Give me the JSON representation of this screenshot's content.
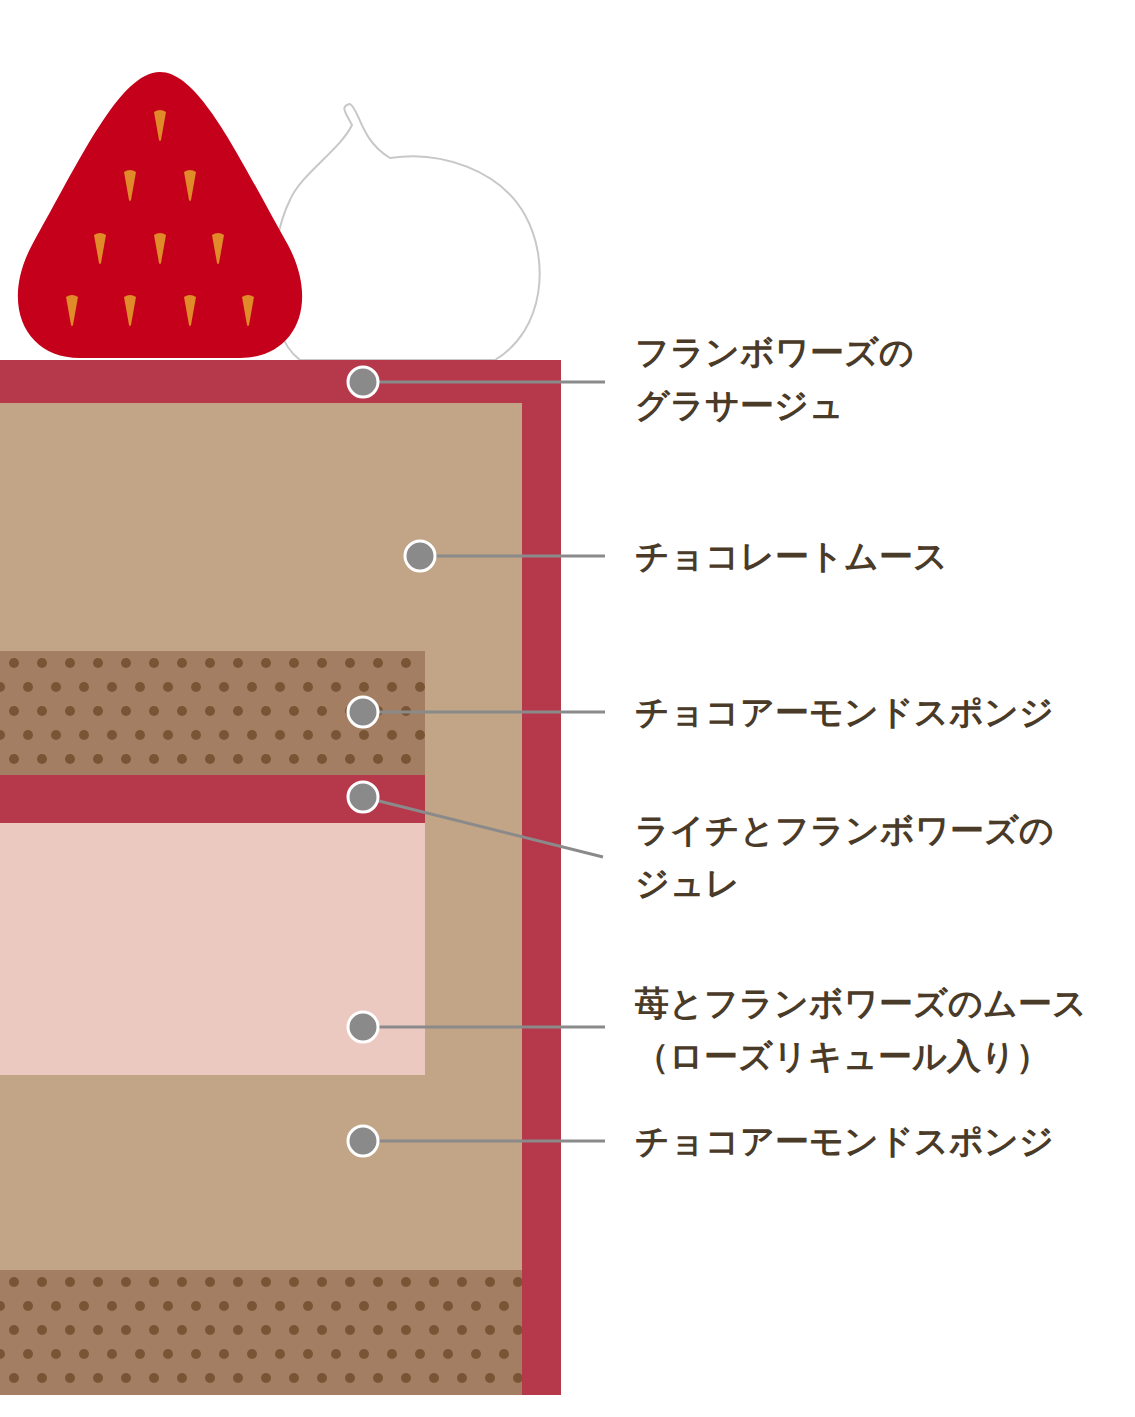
{
  "diagram": {
    "labels": [
      "フランボワーズの グラサージュ",
      "チョコレートムース",
      "チョコアーモンドスポンジ",
      "ライチとフランボワーズの ジュレ",
      "苺とフランボワーズのムース （ローズリキュール入り）",
      "チョコアーモンドスポンジ"
    ]
  }
}
